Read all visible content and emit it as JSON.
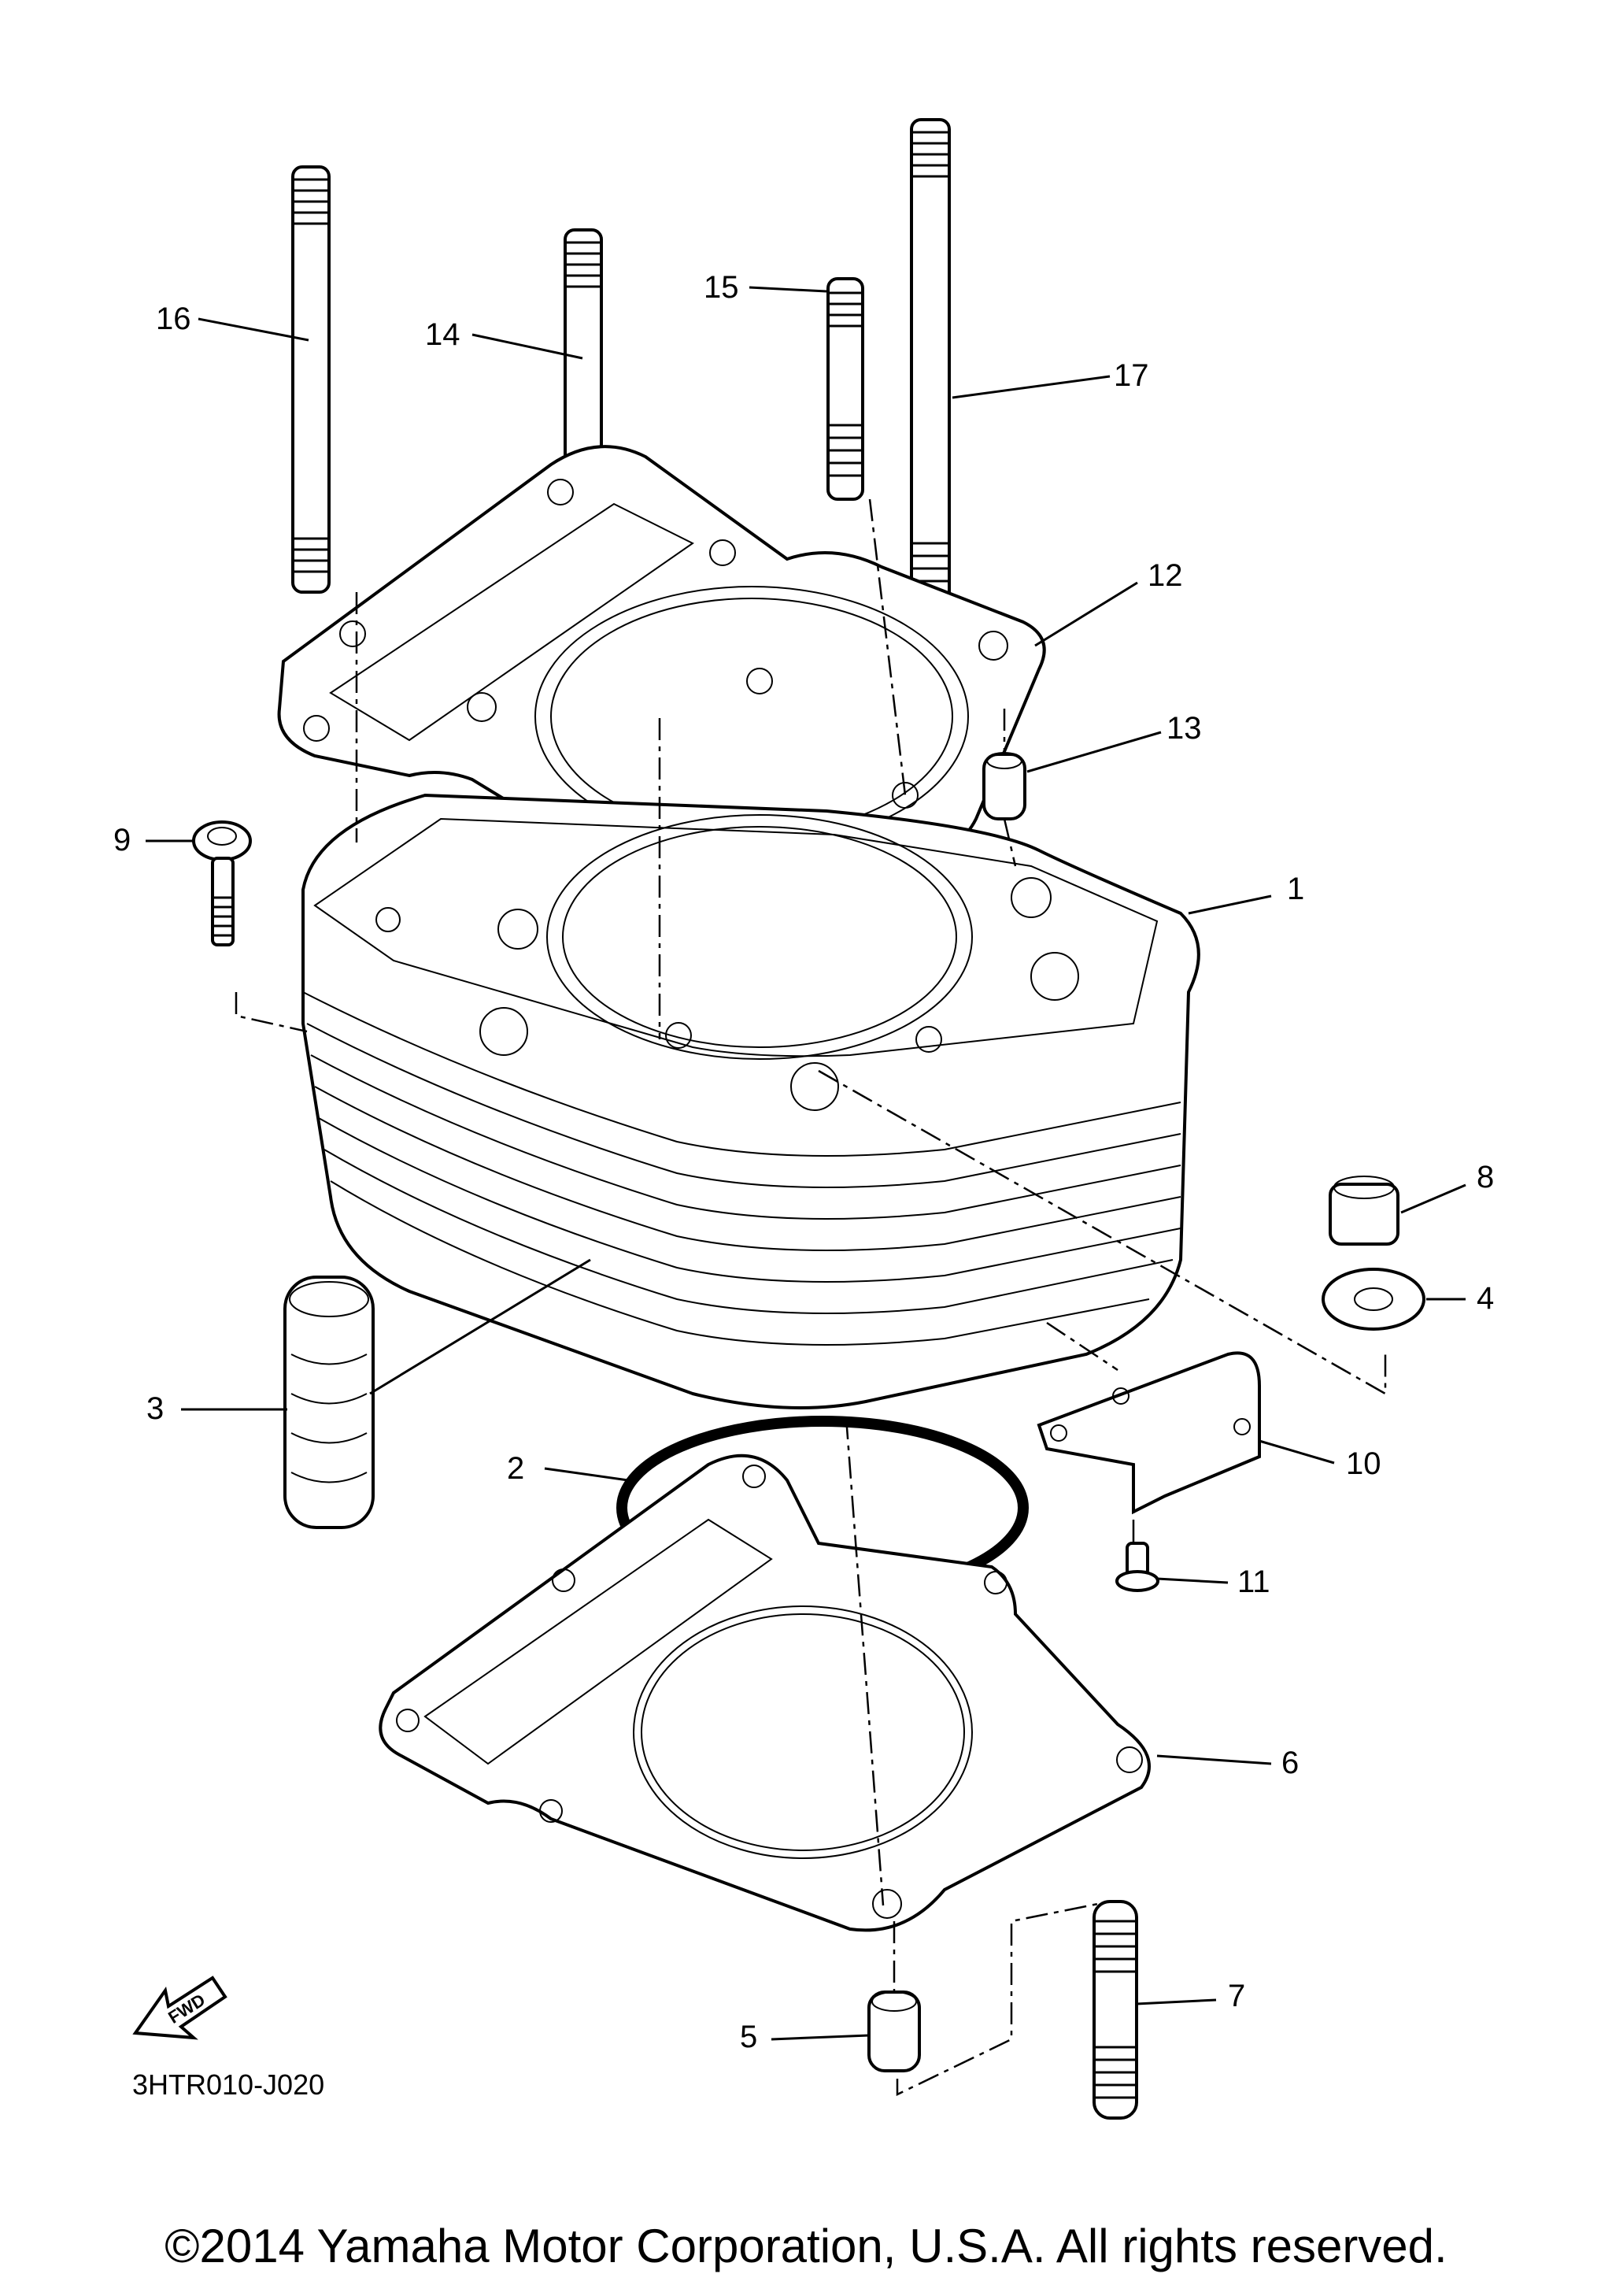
{
  "diagram": {
    "drawing_code": "3HTR010-J020",
    "fwd_label": "FWD",
    "callouts": [
      "1",
      "2",
      "3",
      "4",
      "5",
      "6",
      "7",
      "8",
      "9",
      "10",
      "11",
      "12",
      "13",
      "14",
      "15",
      "16",
      "17"
    ]
  },
  "footer": {
    "copyright": "©2014 Yamaha Motor Corporation, U.S.A. All rights reserved."
  }
}
